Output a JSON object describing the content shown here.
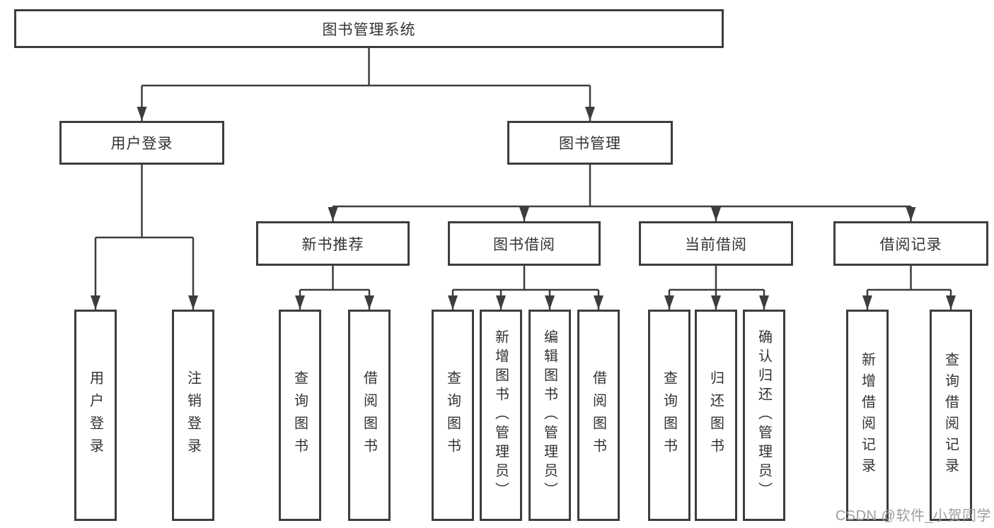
{
  "diagram": {
    "title": "图书管理系统",
    "nodes": {
      "root": {
        "label": "图书管理系统"
      },
      "user_login": {
        "label": "用户登录"
      },
      "book_mgmt": {
        "label": "图书管理"
      },
      "new_book": {
        "label": "新书推荐"
      },
      "book_borrow": {
        "label": "图书借阅"
      },
      "cur_borrow": {
        "label": "当前借阅"
      },
      "records": {
        "label": "借阅记录"
      },
      "l_user_login": {
        "label": "用户登录"
      },
      "l_logout": {
        "label": "注销登录"
      },
      "l_query1": {
        "label": "查询图书"
      },
      "l_borrow1": {
        "label": "借阅图书"
      },
      "l_query2": {
        "label": "查询图书"
      },
      "l_add_admin": {
        "label": "新增图书（管理员）"
      },
      "l_edit_admin": {
        "label": "编辑图书（管理员）"
      },
      "l_borrow2": {
        "label": "借阅图书"
      },
      "l_query3": {
        "label": "查询图书"
      },
      "l_return": {
        "label": "归还图书"
      },
      "l_confirm_admin": {
        "label": "确认归还（管理员）"
      },
      "l_add_record": {
        "label": "新增借阅记录"
      },
      "l_query_record": {
        "label": "查询借阅记录"
      }
    },
    "tree": {
      "图书管理系统": {
        "用户登录": [
          "用户登录",
          "注销登录"
        ],
        "图书管理": {
          "新书推荐": [
            "查询图书",
            "借阅图书"
          ],
          "图书借阅": [
            "查询图书",
            "新增图书（管理员）",
            "编辑图书（管理员）",
            "借阅图书"
          ],
          "当前借阅": [
            "查询图书",
            "归还图书",
            "确认归还（管理员）"
          ],
          "借阅记录": [
            "新增借阅记录",
            "查询借阅记录"
          ]
        }
      }
    },
    "colors": {
      "line": "#3d3d3d",
      "box_border": "#3d3d3d",
      "box_fill": "#ffffff",
      "text": "#333333",
      "background": "#ffffff"
    }
  },
  "watermark": {
    "text": "CSDN @软件_小贺同学",
    "color": "#9e9e9e"
  }
}
